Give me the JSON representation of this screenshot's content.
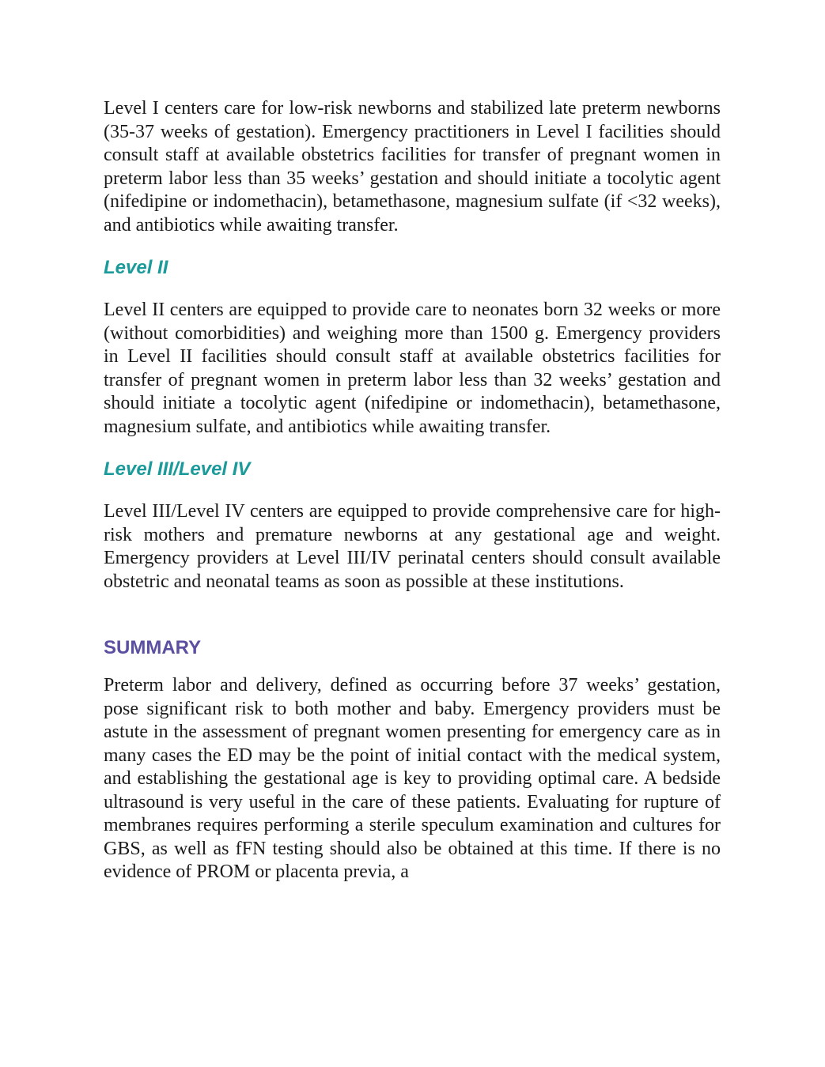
{
  "paragraphs": {
    "level1_text": "Level I centers care for low-risk newborns and stabilized late preterm newborns (35-37 weeks of gestation). Emergency practitioners in Level I facilities should consult staff at available obstetrics facilities for transfer of pregnant women in preterm labor less than 35 weeks’ gestation and should initiate a tocolytic agent (nifedipine or indomethacin), betamethasone, magnesium sulfate (if <32 weeks), and antibiotics while awaiting transfer.",
    "level2_heading": "Level II",
    "level2_text": "Level II centers are equipped to provide care to neonates born 32 weeks or more (without comorbidities) and weighing more than 1500 g. Emergency providers in Level II facilities should consult staff at available obstetrics facilities for transfer of pregnant women in preterm labor less than 32 weeks’ gestation and should initiate a tocolytic agent (nifedipine or indomethacin), betamethasone, magnesium sulfate, and antibiotics while awaiting transfer.",
    "level3_heading": "Level III/Level IV",
    "level3_text": "Level III/Level IV centers are equipped to provide comprehensive care for high-risk mothers and premature newborns at any gestational age and weight. Emergency providers at Level III/IV perinatal centers should consult available obstetric and neonatal teams as soon as possible at these institutions.",
    "summary_heading": "SUMMARY",
    "summary_text": "Preterm labor and delivery, defined as occurring before 37 weeks’ gestation, pose significant risk to both mother and baby. Emergency providers must be astute in the assessment of pregnant women presenting for emergency care as in many cases the ED may be the point of initial contact with the medical system, and establishing the gestational age is key to providing optimal care. A bedside ultrasound is very useful in the care of these patients. Evaluating for rupture of membranes requires performing a sterile speculum examination and cultures for GBS, as well as fFN testing should also be obtained at this time. If there is no evidence of PROM or placenta previa, a"
  },
  "colors": {
    "subheading": "#1a9a9a",
    "section_heading": "#5a4fa0",
    "body_text": "#1a1a1a"
  }
}
